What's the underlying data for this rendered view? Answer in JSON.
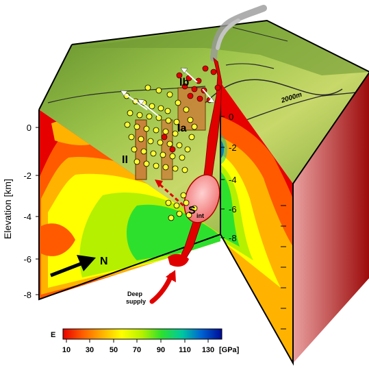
{
  "y_axis": {
    "label": "Elevation [km]",
    "ticks": [
      "0",
      "-2",
      "-4",
      "-6",
      "-8"
    ]
  },
  "inner_axis": {
    "ticks": [
      "0",
      "-2",
      "-4",
      "-6",
      "-8"
    ]
  },
  "annotations": {
    "north": "N",
    "cluster_ia": "Ia",
    "cluster_ib": "Ib",
    "cluster_ii": "II",
    "source_main": "S",
    "source_sub": "int",
    "deep_supply_line1": "Deep",
    "deep_supply_line2": "supply",
    "contour": "2000m"
  },
  "colorbar": {
    "title": "E",
    "unit": "[GPa]",
    "ticks": [
      "10",
      "30",
      "50",
      "70",
      "90",
      "110",
      "130"
    ],
    "colors": [
      "#e60000",
      "#ff5a00",
      "#ffb300",
      "#ffff00",
      "#b4f000",
      "#2ee02e",
      "#00c8a0",
      "#0064d2",
      "#000a96"
    ]
  },
  "colors": {
    "hot": "#e60000",
    "mid": "#ffff00",
    "cool": "#2ee02e",
    "blue": "#0040c0",
    "terrain": "#8db83a",
    "dyke": "#e00000",
    "eq_deep": "#ffff33",
    "eq_shallow": "#e00000"
  }
}
